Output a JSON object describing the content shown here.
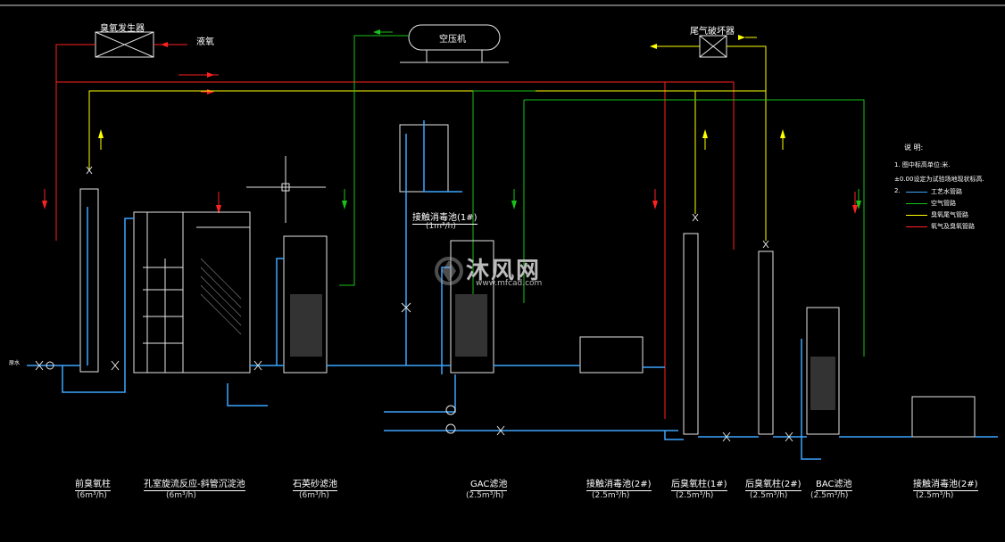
{
  "top_equipment": {
    "ozone_generator": "臭氧发生器",
    "liquid_oxygen": "液氧",
    "air_compressor": "空压机",
    "tail_gas_destructor": "尾气破坏器"
  },
  "mid_labels": {
    "contact_disinfection_1": "接触消毒池(1#)",
    "contact_disinfection_1_flow": "(1m³/h)",
    "raw_water": "原水"
  },
  "units": [
    {
      "name": "前臭氧柱",
      "flow": "(6m³/h)"
    },
    {
      "name": "孔室旋流反应-斜管沉淀池",
      "flow": "(6m³/h)"
    },
    {
      "name": "石英砂滤池",
      "flow": "(6m³/h)"
    },
    {
      "name": "GAC滤池",
      "flow": "(2.5m³/h)"
    },
    {
      "name": "接触消毒池(2#)",
      "flow": "(2.5m³/h)"
    },
    {
      "name": "后臭氧柱(1#)",
      "flow": "(2.5m³/h)"
    },
    {
      "name": "后臭氧柱(2#)",
      "flow": "(2.5m³/h)"
    },
    {
      "name": "BAC滤池",
      "flow": "(2.5m³/h)"
    },
    {
      "name": "接触消毒池(2#)",
      "flow": "(2.5m³/h)"
    }
  ],
  "legend": {
    "title": "说  明:",
    "note1": "1.  图中标高单位:米.",
    "note2": "±0.00设定为试验场地现状标高.",
    "index2": "2.",
    "items": [
      {
        "label": "工艺水管路",
        "color": "#3da6ff"
      },
      {
        "label": "空气管路",
        "color": "#19c219"
      },
      {
        "label": "臭氧尾气管路",
        "color": "#ffff00"
      },
      {
        "label": "氧气及臭氧管路",
        "color": "#ff2020"
      }
    ]
  },
  "watermark": {
    "brand": "沐风网",
    "url": "www.mfcad.com"
  },
  "pipe_colors": {
    "water": "#3da6ff",
    "air": "#19c219",
    "ozone_tail": "#ffff00",
    "oxygen": "#ff2020",
    "equipment": "#e6e6e6"
  }
}
